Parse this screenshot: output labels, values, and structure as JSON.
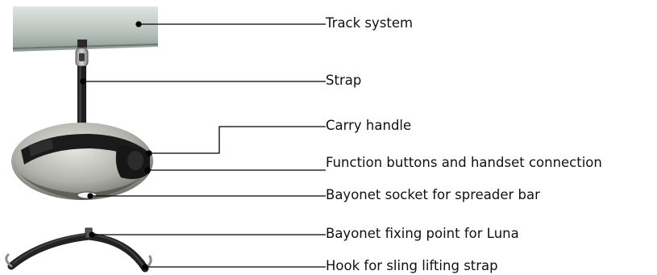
{
  "labels": {
    "track_system": "Track system",
    "strap": "Strap",
    "carry_handle": "Carry handle",
    "function_buttons": "Function buttons and handset connection",
    "bayonet_socket": "Bayonet socket for spreader bar",
    "bayonet_fixing": "Bayonet fixing point for Luna",
    "hook": "Hook for sling lifting strap"
  },
  "colors": {
    "track": "#b9c3bd",
    "strap": "#1e1e1e",
    "hoist_body": "#a9aba4",
    "band": "#1b1b1b",
    "leader": "#000000",
    "spreader_bar": "#222222"
  }
}
